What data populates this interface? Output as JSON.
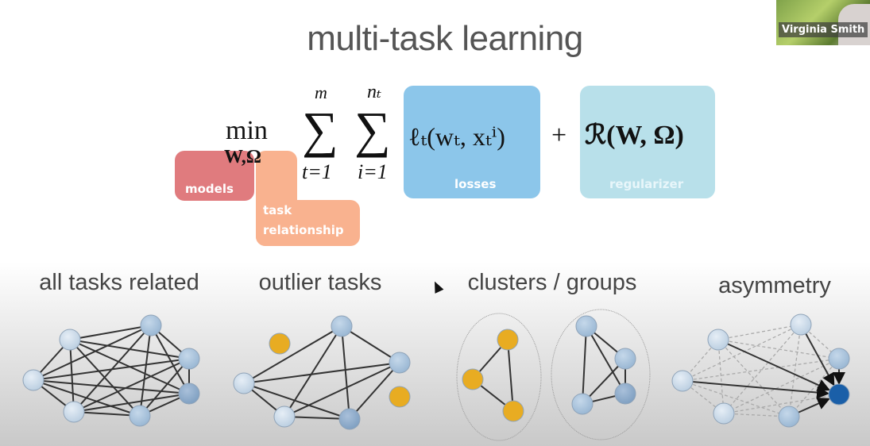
{
  "slide": {
    "title": "multi-task learning",
    "formula": {
      "min": "min",
      "min_sub": "W,Ω",
      "sum1_top": "m",
      "sum1_bottom": "t=1",
      "sum2_top": "nₜ",
      "sum2_bottom": "i=1",
      "sigma": "∑",
      "loss": "ℓₜ(wₜ, xₜⁱ)",
      "plus": "+",
      "regularizer": "ℛ(W, Ω)"
    },
    "annotations": {
      "models": "models",
      "task": "task",
      "relationship": "relationship",
      "losses": "losses",
      "regularizer": "regularizer"
    },
    "colors": {
      "models": "#e07b7e",
      "task_relationship": "#f9b28f",
      "losses": "#8cc6ea",
      "regularizer": "#b8e0ea",
      "outlier_node": "#e8ac22",
      "highlight_node": "#1a5fa8"
    },
    "graphs": [
      {
        "label": "all tasks related"
      },
      {
        "label": "outlier tasks"
      },
      {
        "label": "clusters / groups"
      },
      {
        "label": "asymmetry"
      }
    ]
  },
  "video": {
    "participant_name": "Virginia Smith"
  }
}
